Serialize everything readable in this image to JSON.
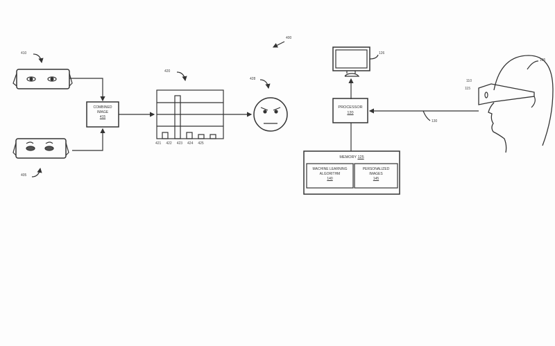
{
  "labels": {
    "fig": "400",
    "top_goggles": "410",
    "bottom_goggles": "405",
    "chart": "420",
    "face": "428",
    "monitor": "126",
    "user": "105",
    "headset": "110",
    "sensor": "115",
    "link": "130"
  },
  "combined": {
    "line1": "COMBINED",
    "line2": "IMAGE",
    "ref": "415"
  },
  "bars": [
    "421",
    "422",
    "423",
    "424",
    "425"
  ],
  "processor": {
    "label": "PROCESSOR",
    "ref": "120"
  },
  "memory": {
    "label": "MEMORY",
    "ref": "125"
  },
  "ml": {
    "line1": "MACHINE LEARNING",
    "line2": "ALGORITHM",
    "ref": "140"
  },
  "pi": {
    "line1": "PERSONALIZED",
    "line2": "IMAGES",
    "ref": "145"
  }
}
